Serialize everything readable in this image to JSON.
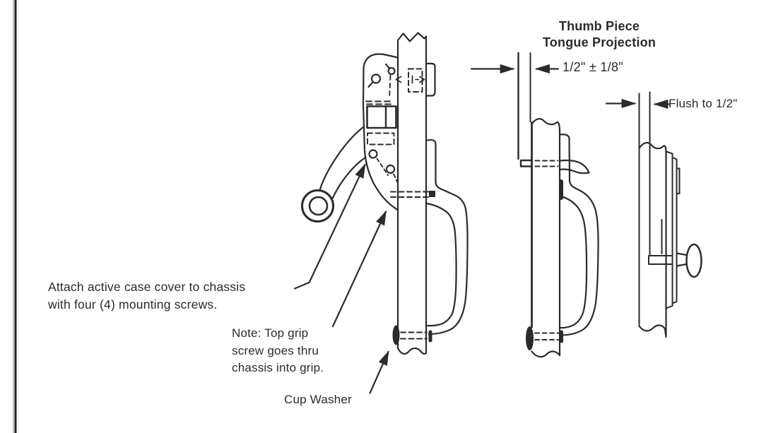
{
  "figure": {
    "title": {
      "line1": "Thumb Piece",
      "line2": "Tongue Projection"
    },
    "dimensions": {
      "tongue_projection": "1/2\" ± 1/8\"",
      "flush_projection": "Flush to 1/2\""
    },
    "annotations": {
      "attach_note": [
        "Attach active case cover to chassis",
        "with four (4) mounting screws."
      ],
      "grip_note": [
        "Note: Top grip",
        "screw goes thru",
        "chassis into grip."
      ],
      "cup_washer_label": "Cup Washer"
    },
    "colors": {
      "ink": "#2b2b2b",
      "paper": "#ffffff"
    }
  }
}
